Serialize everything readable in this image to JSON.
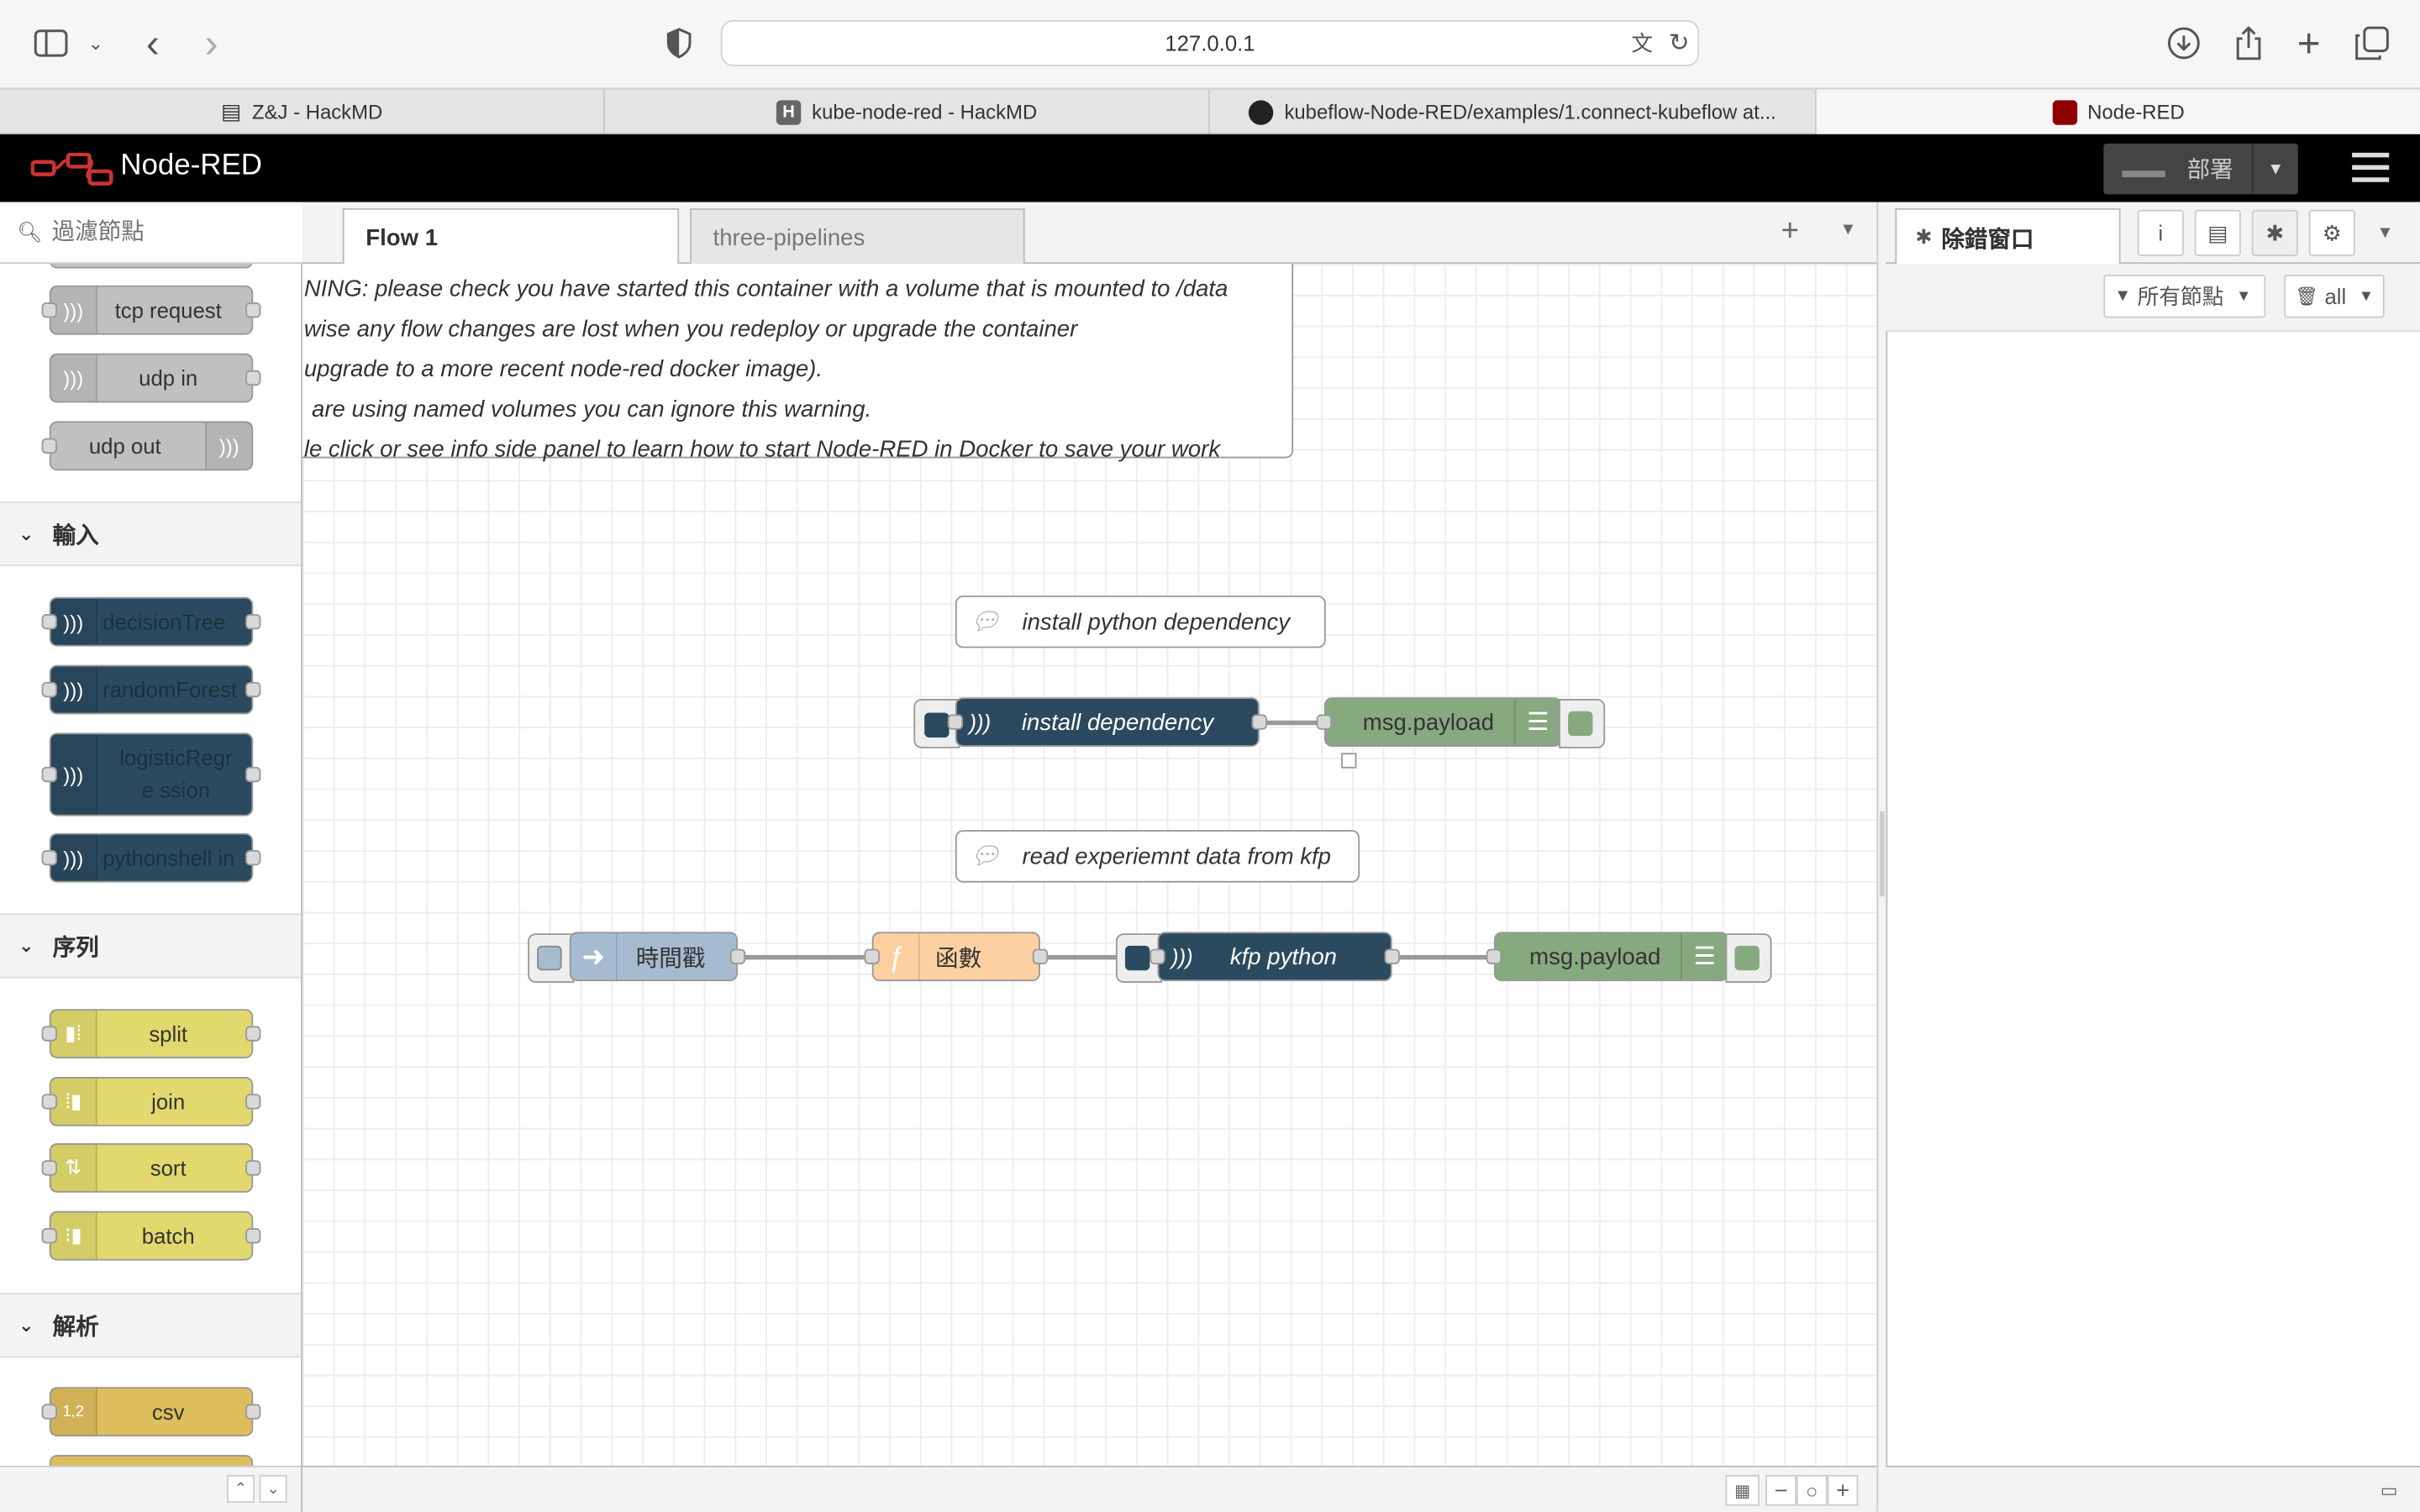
{
  "browser": {
    "url": "127.0.0.1",
    "tabs": [
      {
        "label": "Z&J - HackMD",
        "icon": "document-icon"
      },
      {
        "label": "kube-node-red - HackMD",
        "icon": "hackmd-icon"
      },
      {
        "label": "kubeflow-Node-RED/examples/1.connect-kubeflow at...",
        "icon": "github-icon"
      },
      {
        "label": "Node-RED",
        "icon": "node-red-icon"
      }
    ]
  },
  "header": {
    "title": "Node-RED",
    "deploy_label": "部署"
  },
  "palette": {
    "filter_placeholder": "過濾節點",
    "network_nodes": [
      "tcp request",
      "udp in",
      "udp out"
    ],
    "categories": {
      "input": "輸入",
      "sequence": "序列",
      "parser": "解析"
    },
    "input_nodes": [
      "decisionTree",
      "randomForest",
      "logisticRegre ssion",
      "pythonshell in"
    ],
    "sequence_nodes": [
      "split",
      "join",
      "sort",
      "batch"
    ],
    "parser_nodes": [
      "csv"
    ]
  },
  "workspace": {
    "tabs": [
      "Flow 1",
      "three-pipelines"
    ],
    "warning_lines": [
      "NING: please check you have started this container with a volume that is mounted to /data",
      "wise any flow changes are lost when you redeploy or upgrade the container",
      "upgrade to a more recent node-red docker image).",
      "are using named volumes you can ignore this warning.",
      "le click or see info side panel to learn how to start Node-RED in Docker to save your work"
    ],
    "comment1": "install python dependency",
    "comment2": "read experiemnt data from kfp",
    "flow1": {
      "node1": "install dependency",
      "node2": "msg.payload"
    },
    "flow2": {
      "inject": "時間戳",
      "function": "函數",
      "kfp": "kfp python",
      "debug": "msg.payload"
    }
  },
  "sidebar": {
    "title": "除錯窗口",
    "filter_label": "所有節點",
    "clear_label": "all"
  },
  "colors": {
    "dark_node": "#2b4a5f",
    "debug_node": "#87a980",
    "inject_node": "#a6bbcf",
    "function_node": "#fdd0a2",
    "sequence_node": "#e2d96e",
    "parser_node": "#debd5c",
    "network_node": "#c0c0c0"
  }
}
